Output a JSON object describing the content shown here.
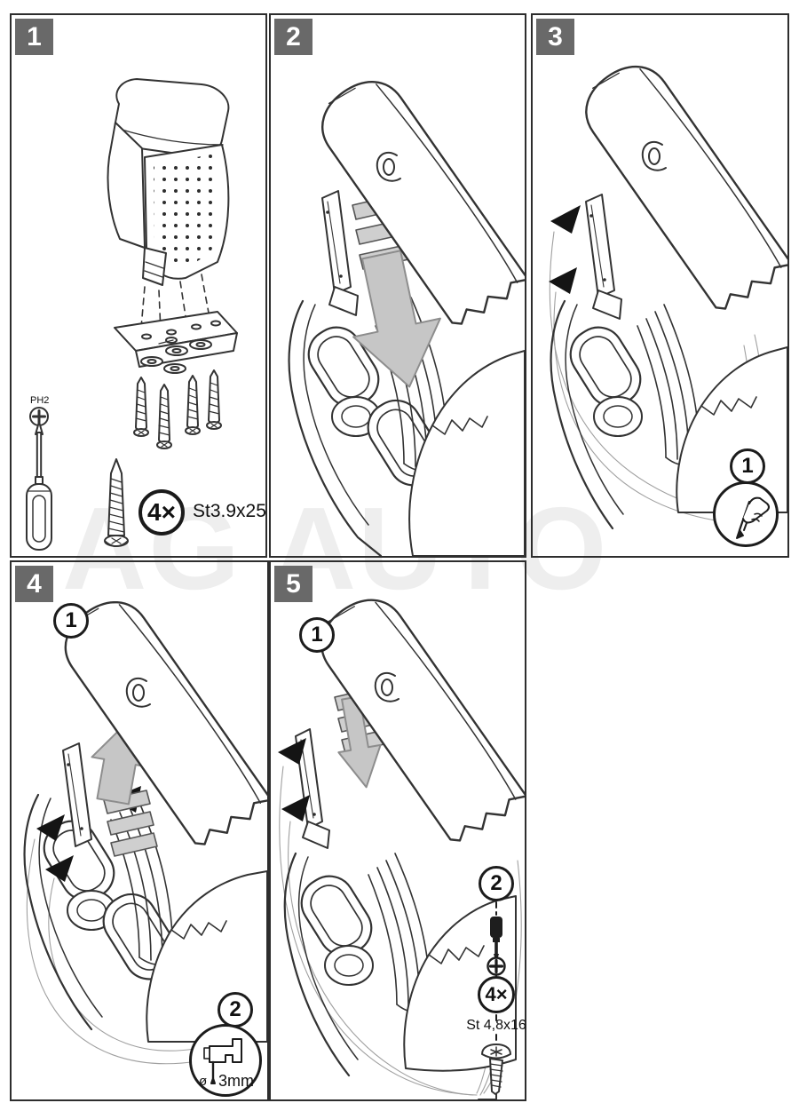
{
  "watermark": {
    "text": "AG AUTO"
  },
  "panels": [
    {
      "number": "1",
      "labels": {
        "driver": "PH2",
        "qty": "4×",
        "spec": "St3.9x25"
      }
    },
    {
      "number": "2"
    },
    {
      "number": "3",
      "callouts": {
        "step": "1"
      }
    },
    {
      "number": "4",
      "callouts": {
        "step_a": "1",
        "step_b": "2"
      },
      "drill": {
        "symbol": "ø",
        "size": "3mm"
      }
    },
    {
      "number": "5",
      "callouts": {
        "step_a": "1",
        "step_b": "2"
      },
      "labels": {
        "qty": "4×",
        "spec": "St 4,8x16"
      }
    }
  ]
}
